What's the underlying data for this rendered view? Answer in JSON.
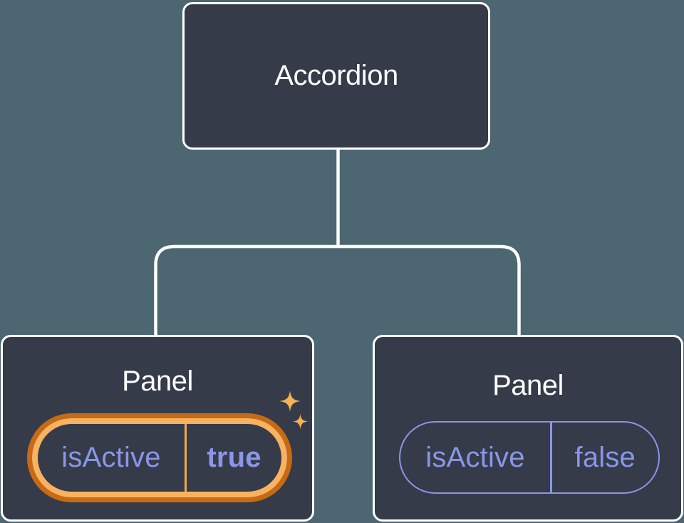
{
  "tree": {
    "root": {
      "label": "Accordion"
    },
    "children": [
      {
        "label": "Panel",
        "prop_name": "isActive",
        "prop_value": "true",
        "highlighted": true
      },
      {
        "label": "Panel",
        "prop_name": "isActive",
        "prop_value": "false",
        "highlighted": false
      }
    ]
  },
  "icons": [
    {
      "name": "sparkle-icon-large"
    },
    {
      "name": "sparkle-icon-small"
    }
  ],
  "colors": {
    "background": "#4c6771",
    "node_fill": "#353b48",
    "node_border": "#ffffff",
    "connector": "#ffffff",
    "title_text": "#ffffff",
    "state_text": "#8a96e8",
    "state_border": "#8a96e8",
    "highlight_outer": "#c76a15",
    "highlight_inner": "#f9b261",
    "highlight_divider": "#f0a851",
    "sparkle": "#f7b156"
  }
}
